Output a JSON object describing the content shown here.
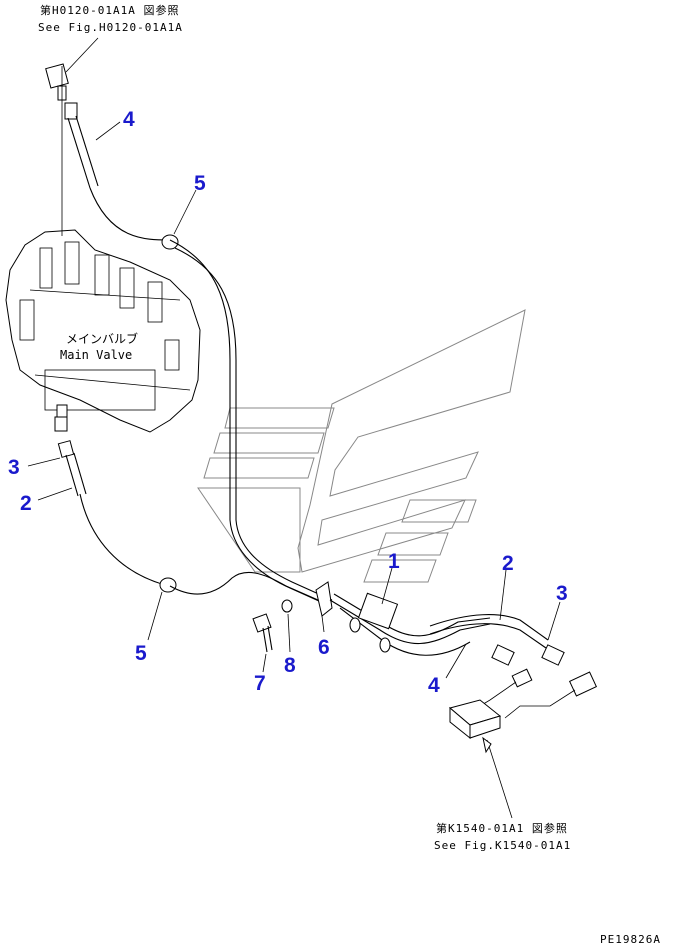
{
  "references": {
    "top_jp": "第H0120-01A1A 図参照",
    "top_en": "See Fig.H0120-01A1A",
    "bottom_jp": "第K1540-01A1 図参照",
    "bottom_en": "See Fig.K1540-01A1"
  },
  "main_valve": {
    "jp": "メインバルブ",
    "en": "Main Valve"
  },
  "callouts": {
    "c1": "1",
    "c2a": "2",
    "c2b": "2",
    "c3a": "3",
    "c3b": "3",
    "c4a": "4",
    "c4b": "4",
    "c5a": "5",
    "c5b": "5",
    "c6": "6",
    "c7": "7",
    "c8": "8"
  },
  "figure_code": "PE19826A",
  "colors": {
    "callout": "#1a1acc",
    "line": "#000000",
    "watermark": "#888888"
  }
}
